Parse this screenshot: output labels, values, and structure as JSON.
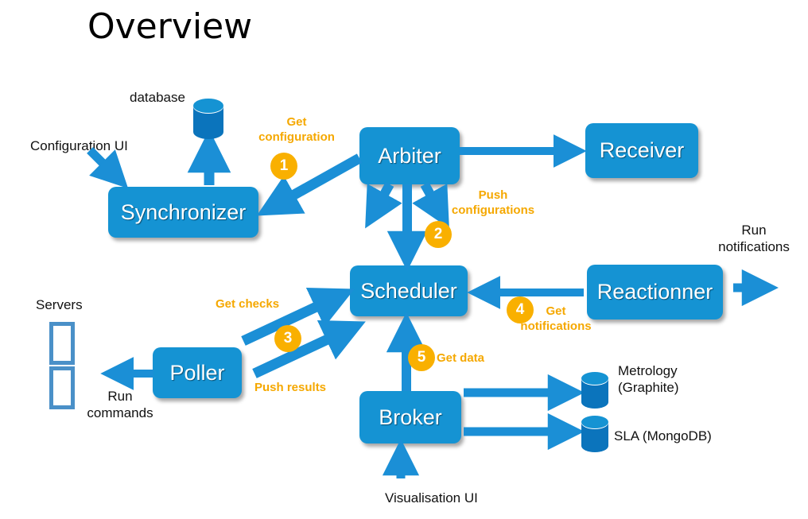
{
  "title": "Overview",
  "theme": {
    "node_blue": "#1593D3",
    "arrow_blue": "#1B8FD6",
    "accent_orange": "#F5A800",
    "badge_orange": "#F9B000",
    "server_outline": "#4A90C8",
    "text_black": "#111111",
    "background": "#FFFFFF"
  },
  "nodes": [
    {
      "id": "synchronizer",
      "label": "Synchronizer"
    },
    {
      "id": "arbiter",
      "label": "Arbiter"
    },
    {
      "id": "receiver",
      "label": "Receiver"
    },
    {
      "id": "scheduler",
      "label": "Scheduler"
    },
    {
      "id": "reactionner",
      "label": "Reactionner"
    },
    {
      "id": "poller",
      "label": "Poller"
    },
    {
      "id": "broker",
      "label": "Broker"
    }
  ],
  "databases": [
    {
      "id": "database",
      "label": "database"
    },
    {
      "id": "metrology",
      "label": "Metrology\n(Graphite)"
    },
    {
      "id": "sla",
      "label": "SLA (MongoDB)"
    }
  ],
  "captions": [
    {
      "id": "configuration-ui",
      "label": "Configuration  UI"
    },
    {
      "id": "servers",
      "label": "Servers"
    },
    {
      "id": "run-commands",
      "label": "Run\ncommands"
    },
    {
      "id": "run-notifications",
      "label": "Run\nnotifications"
    },
    {
      "id": "visualisation-ui",
      "label": "Visualisation UI"
    }
  ],
  "flow_labels": [
    {
      "id": "get-configuration",
      "label": "Get\nconfiguration",
      "step": "1"
    },
    {
      "id": "push-configurations",
      "label": "Push\nconfigurations",
      "step": "2"
    },
    {
      "id": "get-checks",
      "label": "Get checks",
      "step": "3"
    },
    {
      "id": "push-results",
      "label": "Push  results",
      "step": ""
    },
    {
      "id": "get-notifications",
      "label": "Get\nnotifications",
      "step": "4"
    },
    {
      "id": "get-data",
      "label": "Get data",
      "step": "5"
    }
  ],
  "badges": [
    {
      "id": "badge-1",
      "value": "1"
    },
    {
      "id": "badge-2",
      "value": "2"
    },
    {
      "id": "badge-3",
      "value": "3"
    },
    {
      "id": "badge-4",
      "value": "4"
    },
    {
      "id": "badge-5",
      "value": "5"
    }
  ]
}
